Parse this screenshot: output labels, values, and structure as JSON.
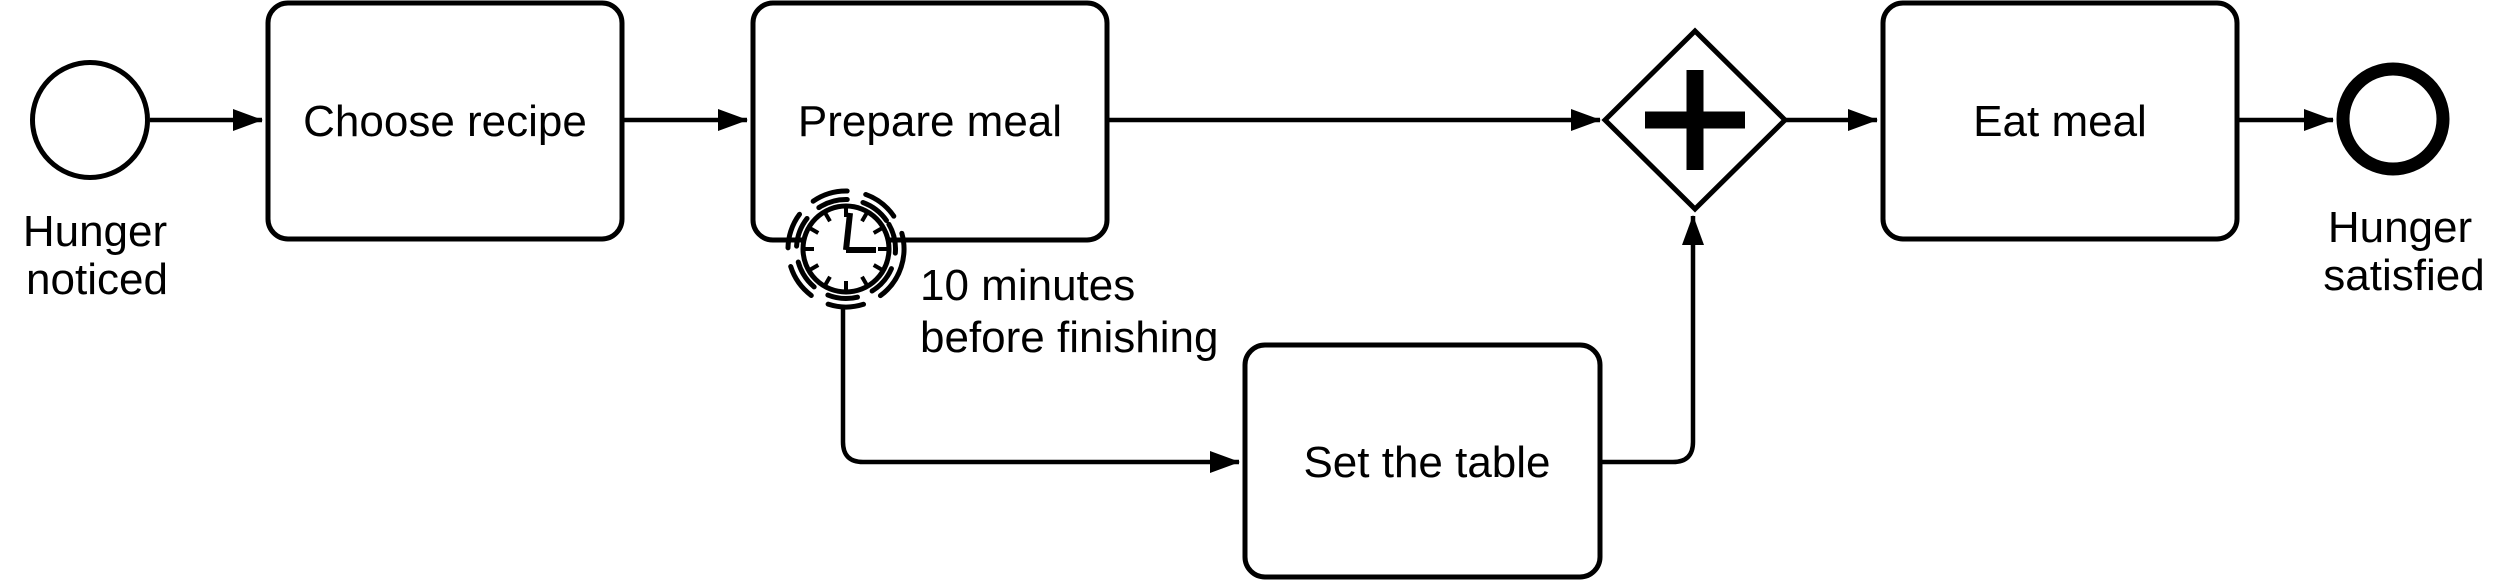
{
  "diagram": {
    "kind": "BPMN process diagram",
    "colors": {
      "stroke": "#000000",
      "background": "#ffffff",
      "fill": "#ffffff"
    },
    "start_event": {
      "type": "start event",
      "label_line1": "Hunger",
      "label_line2": "noticed"
    },
    "tasks": {
      "choose_recipe": {
        "label": "Choose recipe"
      },
      "prepare_meal": {
        "label": "Prepare meal"
      },
      "set_the_table": {
        "label": "Set the table"
      },
      "eat_meal": {
        "label": "Eat meal"
      }
    },
    "boundary_event": {
      "type": "non-interrupting timer boundary event",
      "icon": "clock-icon",
      "label_line1": "10 minutes",
      "label_line2": "before finishing"
    },
    "gateway": {
      "type": "parallel gateway",
      "symbol": "plus"
    },
    "end_event": {
      "type": "end event",
      "label_line1": "Hunger",
      "label_line2": "satisfied"
    }
  }
}
